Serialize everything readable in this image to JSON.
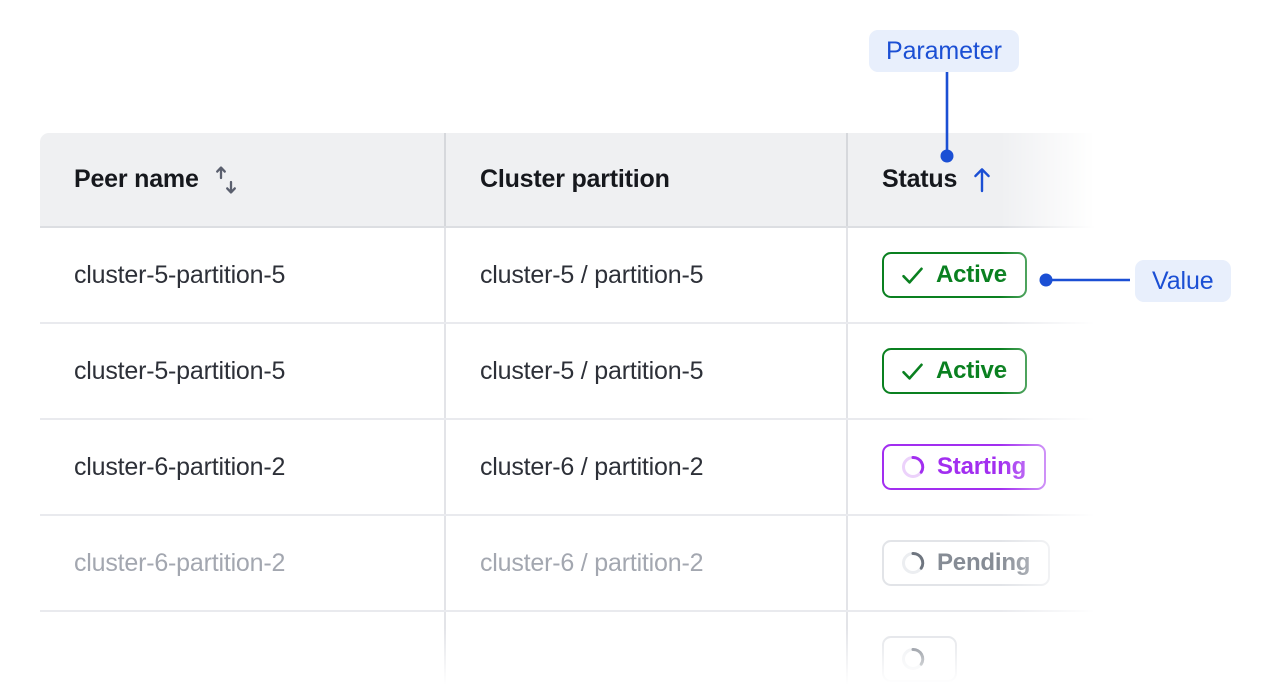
{
  "table": {
    "columns": [
      {
        "label": "Peer name",
        "sort_icon": "sort-updown-icon",
        "sort_state": "inactive"
      },
      {
        "label": "Cluster partition",
        "sort_icon": null,
        "sort_state": "none"
      },
      {
        "label": "Status",
        "sort_icon": "arrow-up-icon",
        "sort_state": "ascending"
      }
    ],
    "rows": [
      {
        "peer_name": "cluster-5-partition-5",
        "cluster_partition": "cluster-5 / partition-5",
        "status": "Active",
        "status_icon": "check-icon",
        "dimmed": false
      },
      {
        "peer_name": "cluster-5-partition-5",
        "cluster_partition": "cluster-5 / partition-5",
        "status": "Active",
        "status_icon": "check-icon",
        "dimmed": false
      },
      {
        "peer_name": "cluster-6-partition-2",
        "cluster_partition": "cluster-6 / partition-2",
        "status": "Starting",
        "status_icon": "spinner-icon",
        "dimmed": false
      },
      {
        "peer_name": "cluster-6-partition-2",
        "cluster_partition": "cluster-6 / partition-2",
        "status": "Pending",
        "status_icon": "spinner-icon",
        "dimmed": true
      },
      {
        "peer_name": "",
        "cluster_partition": "",
        "status": "",
        "status_icon": "spinner-icon",
        "dimmed": true
      }
    ]
  },
  "callouts": {
    "parameter_label": "Parameter",
    "value_label": "Value"
  },
  "colors": {
    "accent_blue": "#1b4fd4",
    "callout_bg": "#e8effc",
    "status_active": "#0a8020",
    "status_starting": "#a22ef0",
    "status_pending": "#9aa0a8",
    "header_bg": "#eff0f2",
    "divider": "#e3e4e8"
  }
}
